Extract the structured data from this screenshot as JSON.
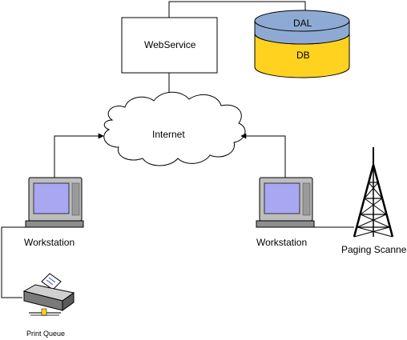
{
  "nodes": {
    "webservice": "WebService",
    "dal": "DAL",
    "db": "DB",
    "internet": "Internet",
    "workstation_left": "Workstation",
    "workstation_right": "Workstation",
    "paging_scanner": "Paging Scanner",
    "print_queue": "Print Queue"
  },
  "colors": {
    "db_body": "#FFD21F",
    "db_top": "#8EAAD4",
    "screen": "#A9A6F2",
    "monitor": "#BDBDBD"
  }
}
